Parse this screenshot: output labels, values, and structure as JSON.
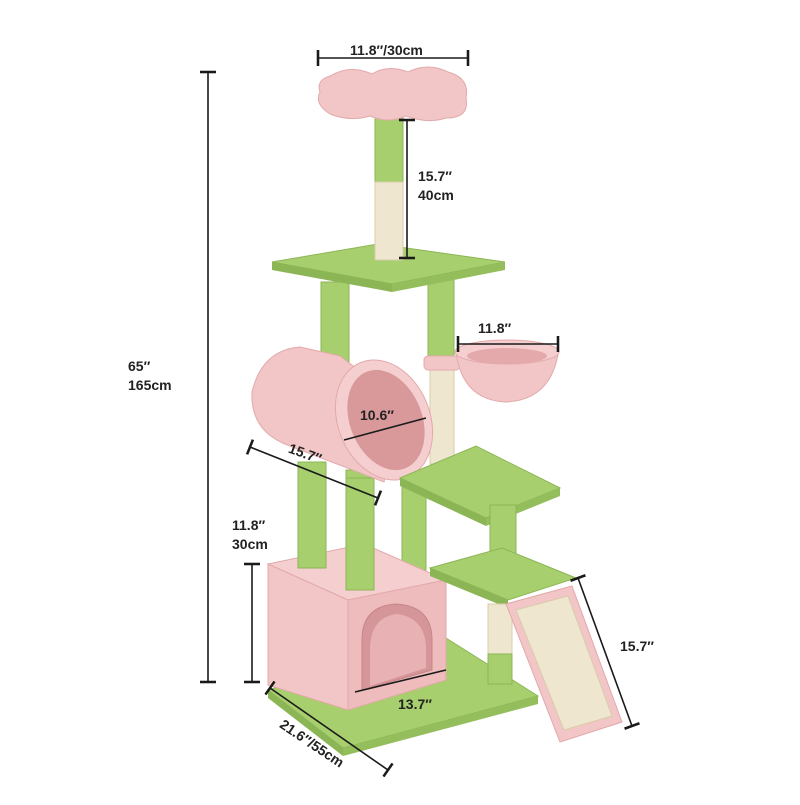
{
  "dimensions": {
    "top_width": "11.8″/30cm",
    "top_post_height_in": "15.7″",
    "top_post_height_cm": "40cm",
    "total_height_in": "65″",
    "total_height_cm": "165cm",
    "basket_width": "11.8″",
    "tunnel_diameter": "10.6″",
    "tunnel_length": "15.7″",
    "condo_height_in": "11.8″",
    "condo_height_cm": "30cm",
    "base_depth": "13.7″",
    "ramp_length": "15.7″",
    "base_length": "21.6″/55cm"
  },
  "colors": {
    "green": "#a8cf6e",
    "green_dark": "#8cb656",
    "pink": "#f2c6c6",
    "pink_dark": "#e3a9ab",
    "sisal": "#efe6cf",
    "line": "#1a1a1a"
  }
}
